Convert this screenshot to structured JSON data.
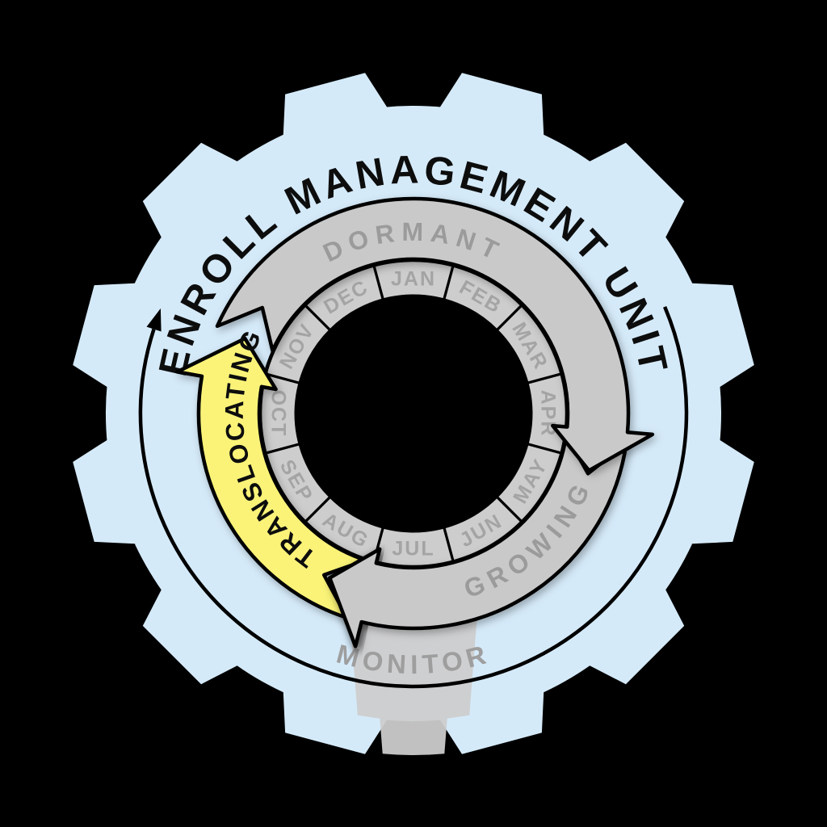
{
  "diagram": {
    "title": "ENROLL MANAGEMENT UNIT",
    "stages": {
      "dormant": "DORMANT",
      "growing": "GROWING",
      "translocating": "TRANSLOCATING",
      "monitor": "MONITOR"
    },
    "highlighted_stage": "TRANSLOCATING",
    "months": [
      "JAN",
      "FEB",
      "MAR",
      "APR",
      "MAY",
      "JUN",
      "JUL",
      "AUG",
      "SEP",
      "OCT",
      "NOV",
      "DEC"
    ],
    "colors": {
      "background": "#000000",
      "gear_blue": "#d5eaf9",
      "ring_gray": "#c9c9c9",
      "month_gray": "#cdcdcd",
      "highlight_yellow": "#faf378",
      "stage_label_gray": "#9b9b9b",
      "month_label_gray": "#a4a4a4",
      "outline_black": "#000000"
    }
  }
}
